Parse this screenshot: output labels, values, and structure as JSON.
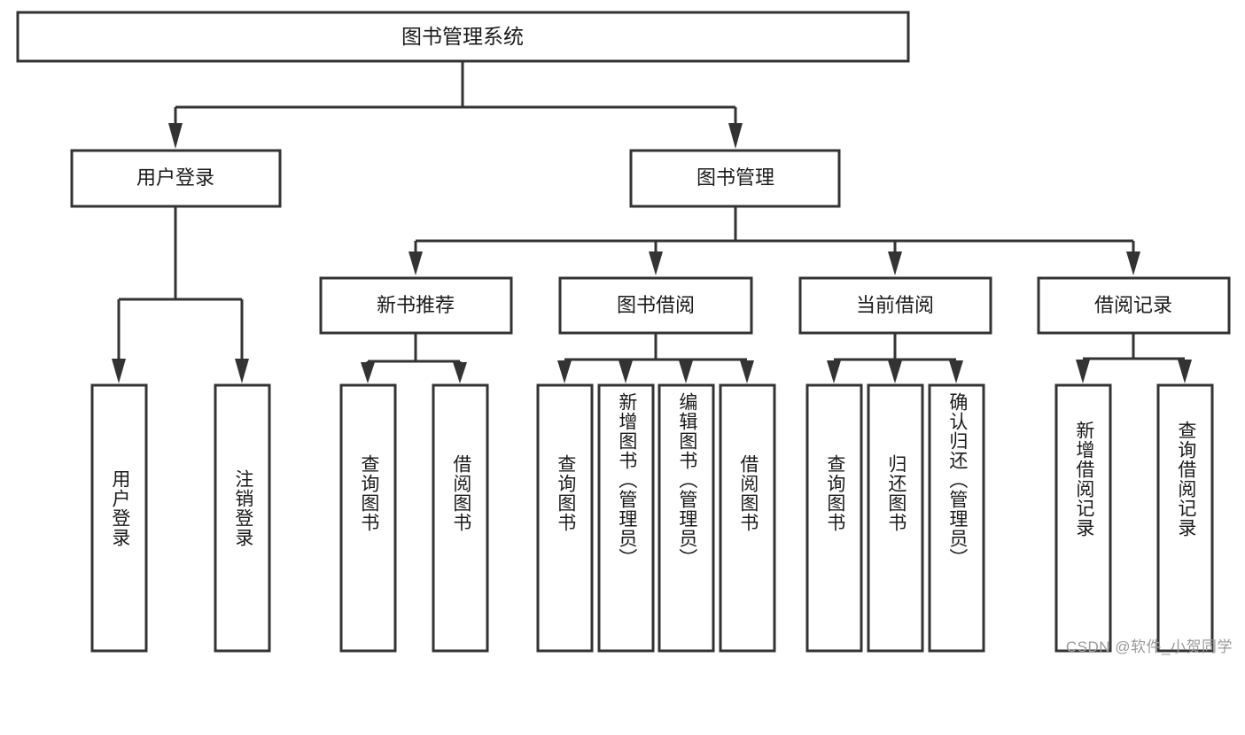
{
  "diagram": {
    "title": "图书管理系统",
    "type": "tree-hierarchy-diagram",
    "colors": {
      "box_stroke": "#333333",
      "box_fill": "#ffffff",
      "text": "#1a1a1a",
      "background": "#ffffff",
      "watermark": "#9a9a9a"
    },
    "root": {
      "label": "图书管理系统"
    },
    "level2": [
      {
        "label": "用户登录"
      },
      {
        "label": "图书管理"
      }
    ],
    "level3": [
      {
        "label": "新书推荐"
      },
      {
        "label": "图书借阅"
      },
      {
        "label": "当前借阅"
      },
      {
        "label": "借阅记录"
      }
    ],
    "leaves": {
      "user_login": [
        {
          "label": "用户登录"
        },
        {
          "label": "注销登录"
        }
      ],
      "new_book_recommend": [
        {
          "label": "查询图书"
        },
        {
          "label": "借阅图书"
        }
      ],
      "book_borrow": [
        {
          "label": "查询图书"
        },
        {
          "label": "新增图书（管理员）"
        },
        {
          "label": "编辑图书（管理员）"
        },
        {
          "label": "借阅图书"
        }
      ],
      "current_borrow": [
        {
          "label": "查询图书"
        },
        {
          "label": "归还图书"
        },
        {
          "label": "确认归还（管理员）"
        }
      ],
      "borrow_record": [
        {
          "label": "新增借阅记录"
        },
        {
          "label": "查询借阅记录"
        }
      ]
    },
    "watermark": "CSDN @软件_小贺同学"
  }
}
